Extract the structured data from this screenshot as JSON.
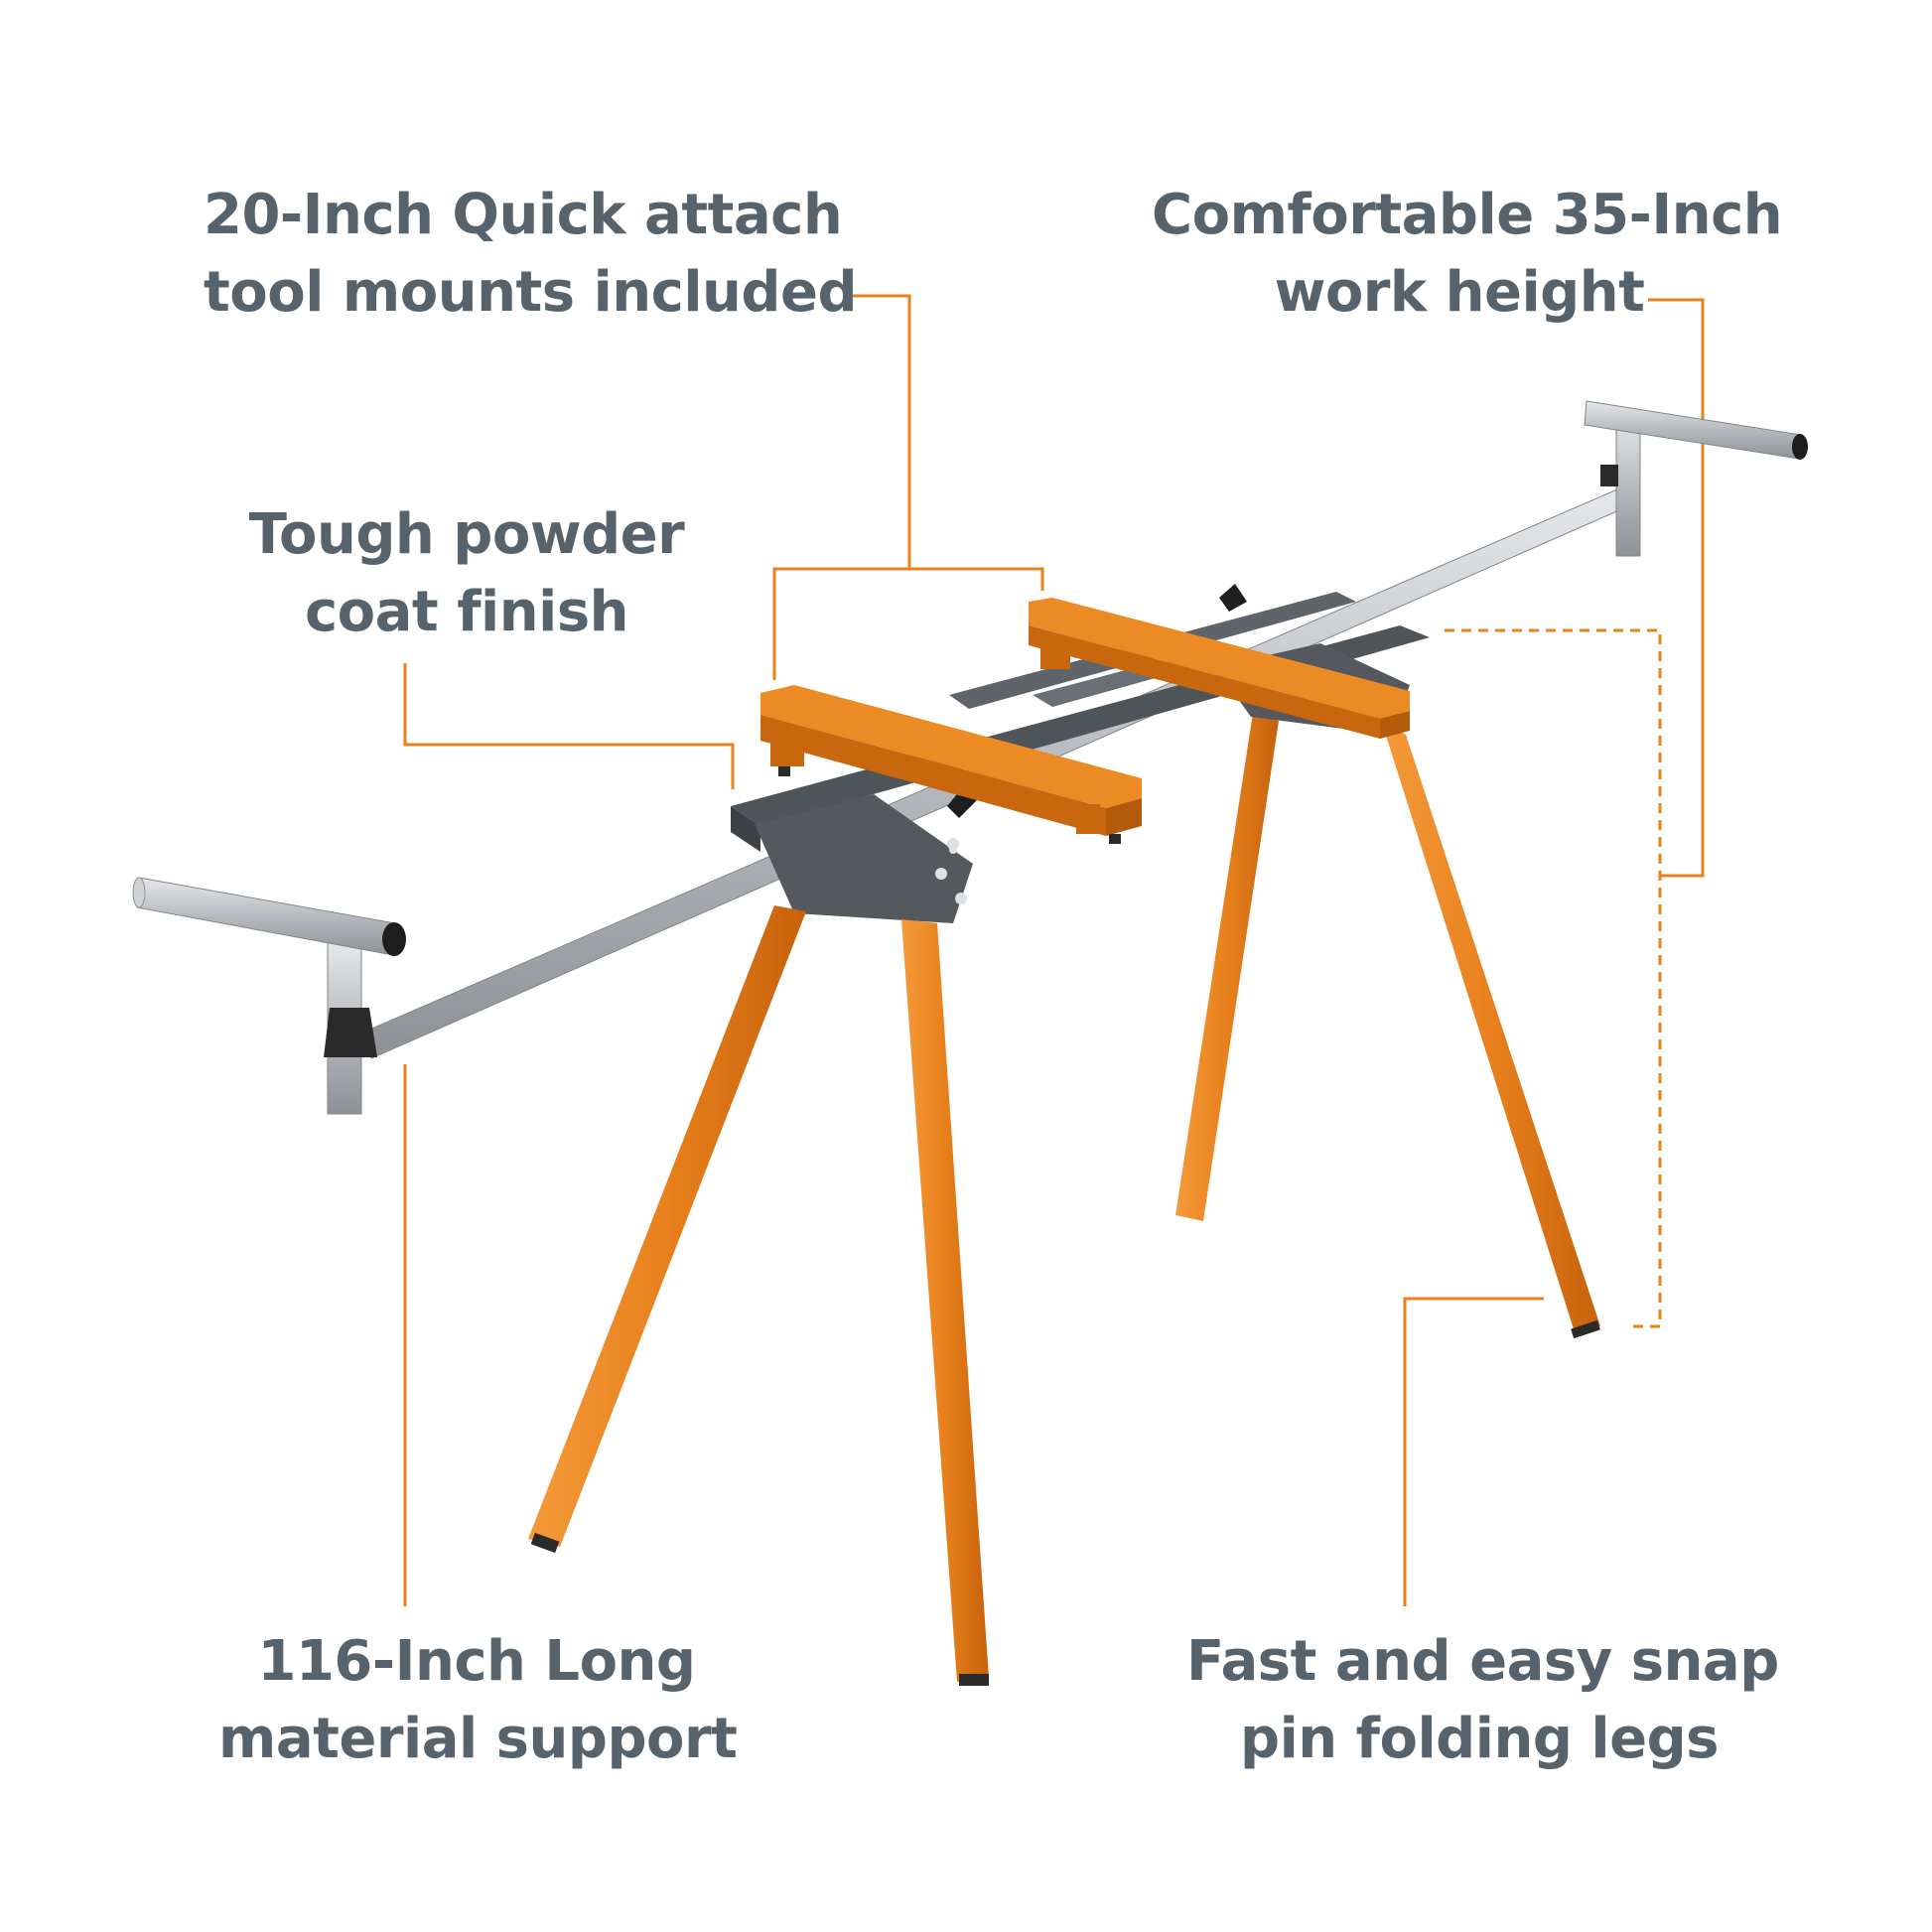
{
  "features": {
    "tool_mounts": {
      "line1": "20-Inch Quick attach",
      "line2": "tool mounts included"
    },
    "work_height": {
      "line1": "Comfortable 35-Inch",
      "line2": "work height"
    },
    "powder_coat": {
      "line1": "Tough powder",
      "line2": "coat finish"
    },
    "long_support": {
      "line1": "116-Inch Long",
      "line2": "material support"
    },
    "folding_legs": {
      "line1": "Fast and easy snap",
      "line2": "pin folding legs"
    }
  },
  "colors": {
    "label_text": "#56636d",
    "callout_line": "#e8801c",
    "legs_orange": "#e87f1a",
    "frame_gray": "#5f646a",
    "support_silver": "#a9adb1"
  }
}
